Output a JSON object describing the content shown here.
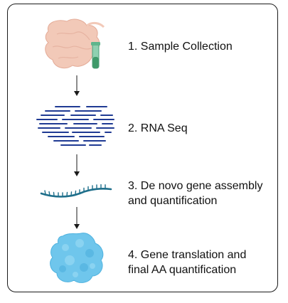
{
  "steps": [
    {
      "label": "1. Sample Collection",
      "icon": "tissue-sample-tube-icon"
    },
    {
      "label": "2. RNA Seq",
      "icon": "sequencing-reads-icon"
    },
    {
      "label_line1": "3. De novo gene assembly",
      "label_line2": "and quantification",
      "icon": "rna-strand-icon"
    },
    {
      "label_line1": "4. Gene translation and",
      "label_line2": "final AA quantification",
      "icon": "protein-icon"
    }
  ],
  "colors": {
    "tissue": "#f2c9b8",
    "tube_glass": "#8fd0b0",
    "tube_liquid": "#3f9a6a",
    "reads": "#1f3a93",
    "rna": "#1f6f8b",
    "protein": "#6fc6ec",
    "arrow": "#1a1a1a",
    "frame": "#1a1a1a"
  }
}
